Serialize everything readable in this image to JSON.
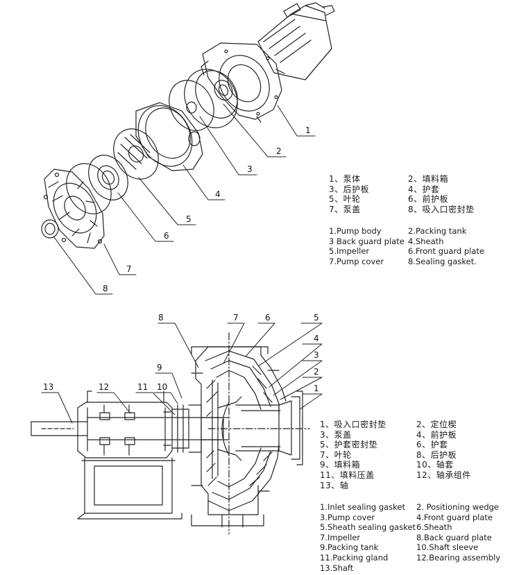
{
  "exploded_view": {
    "callouts": [
      "1",
      "2",
      "3",
      "4",
      "5",
      "6",
      "7",
      "8"
    ],
    "legend_cn_left": [
      "1、泵体",
      "3、后护板",
      "5、叶轮",
      "7、泵盖"
    ],
    "legend_cn_right": [
      "2、填料箱",
      "4、护套",
      "6、前护板",
      "8、吸入口密封垫"
    ],
    "legend_en_left": [
      "1.Pump body",
      "3 Back guard plate",
      "5.Impeller",
      "7.Pump cover"
    ],
    "legend_en_right": [
      "2.Packing tank",
      "4.Sheath",
      "6.Front guard plate",
      "8.Sealing gasket."
    ]
  },
  "section_view": {
    "callouts": [
      "1",
      "2",
      "3",
      "4",
      "5",
      "6",
      "7",
      "8",
      "9",
      "10",
      "11",
      "12",
      "13"
    ],
    "legend_cn_left": [
      "1、吸入口密封垫",
      "3、泵盖",
      "5、护套密封垫",
      "7、叶轮",
      "9、填料箱",
      "11、填料压盖",
      "13、轴"
    ],
    "legend_cn_right": [
      "2、定位楔",
      "4、前护板",
      "6、护套",
      "8、后护板",
      "10、轴套",
      "12、轴承组件"
    ],
    "legend_en_left": [
      "1.Inlet sealing gasket",
      "3.Pump cover",
      "5.Sheath sealing gasket",
      "7.Impeller",
      "9.Packing tank",
      "11.Packing gland",
      "13.Shaft"
    ],
    "legend_en_right": [
      "2. Positioning wedge",
      "4.Front guard plate",
      "6.Sheath",
      "8.Back guard plate",
      "10.Shaft sleeve",
      "12.Bearing assembly"
    ]
  }
}
